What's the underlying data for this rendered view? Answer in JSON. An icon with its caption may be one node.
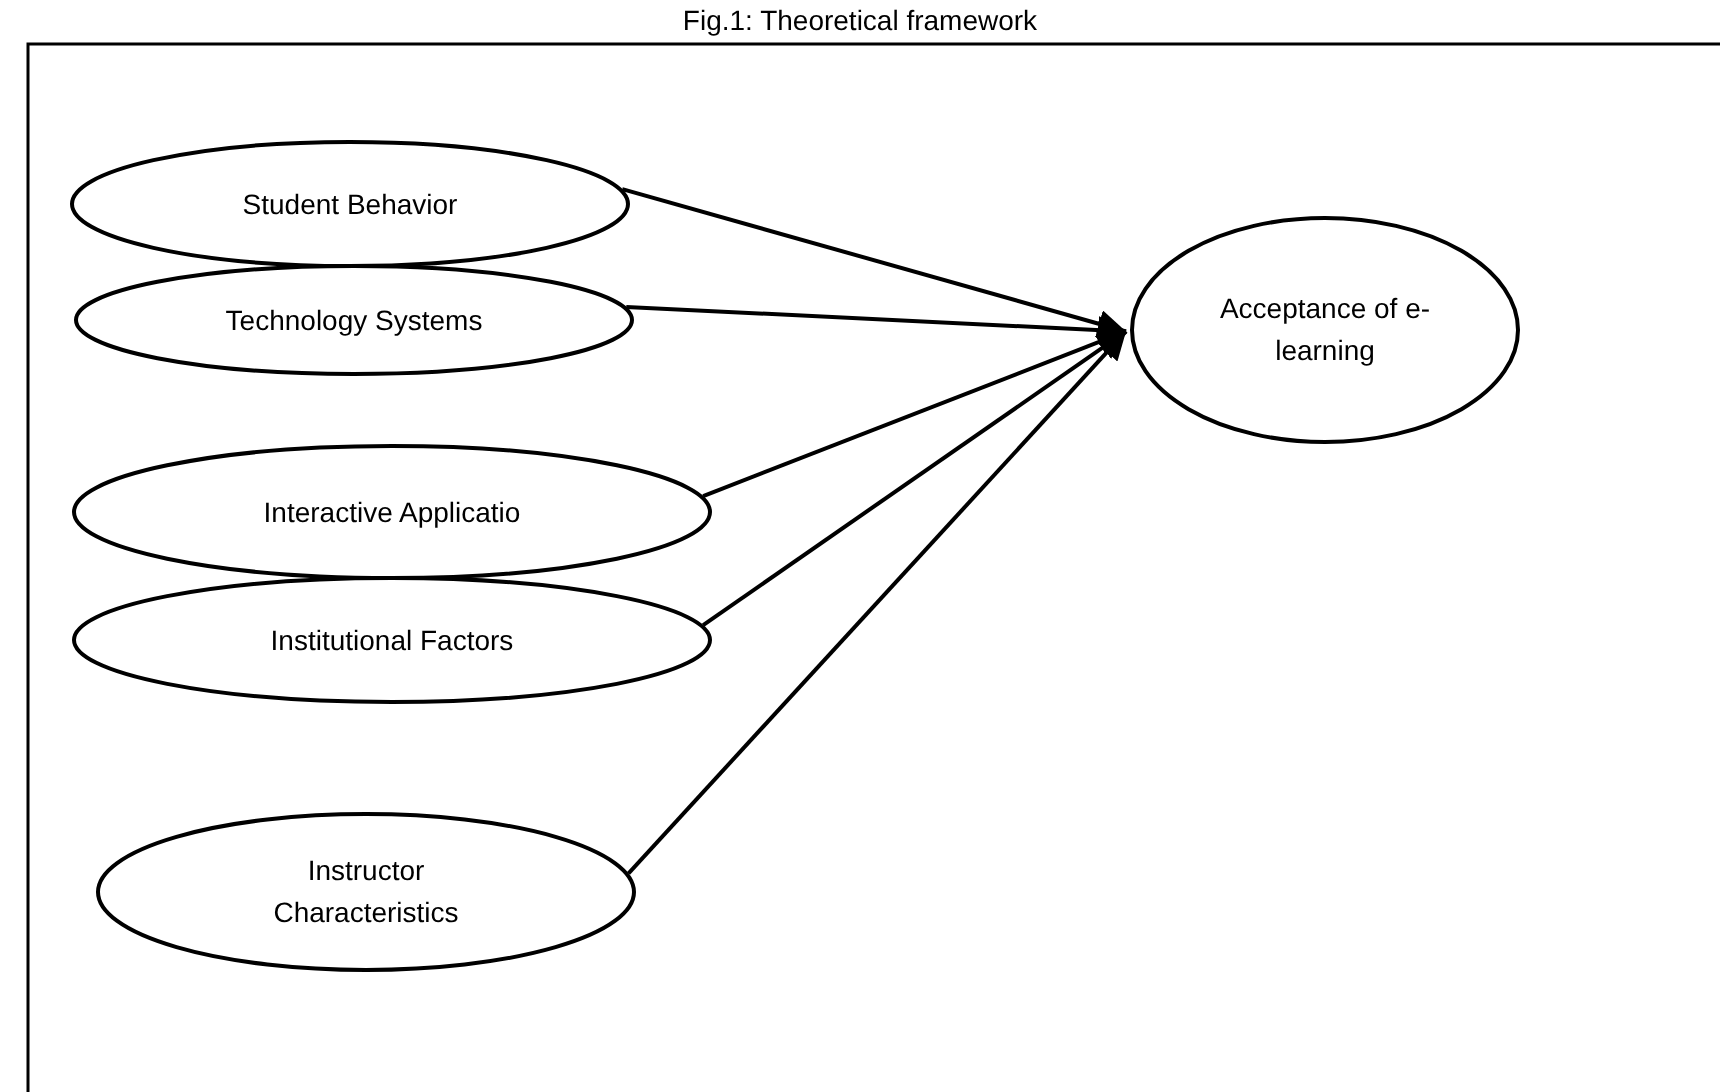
{
  "diagram": {
    "title": "Fig.1: Theoretical framework",
    "nodes": [
      {
        "text": [
          "Student Behavior"
        ]
      },
      {
        "text": [
          "Technology Systems"
        ]
      },
      {
        "text": [
          "Interactive Applicatio"
        ]
      },
      {
        "text": [
          "Institutional Factors"
        ]
      },
      {
        "text": [
          "Instructor Characteristics"
        ]
      },
      {
        "text": [
          "Acceptance of e-learning"
        ]
      }
    ],
    "edges": [
      {
        "from": 0,
        "to": 5,
        "arrow": "to"
      },
      {
        "from": 1,
        "to": 5,
        "arrow": "to"
      },
      {
        "from": 2,
        "to": 5,
        "arrow": "to"
      },
      {
        "from": 3,
        "to": 5,
        "arrow": "to"
      },
      {
        "from": 4,
        "to": 5,
        "arrow": "to"
      }
    ]
  }
}
